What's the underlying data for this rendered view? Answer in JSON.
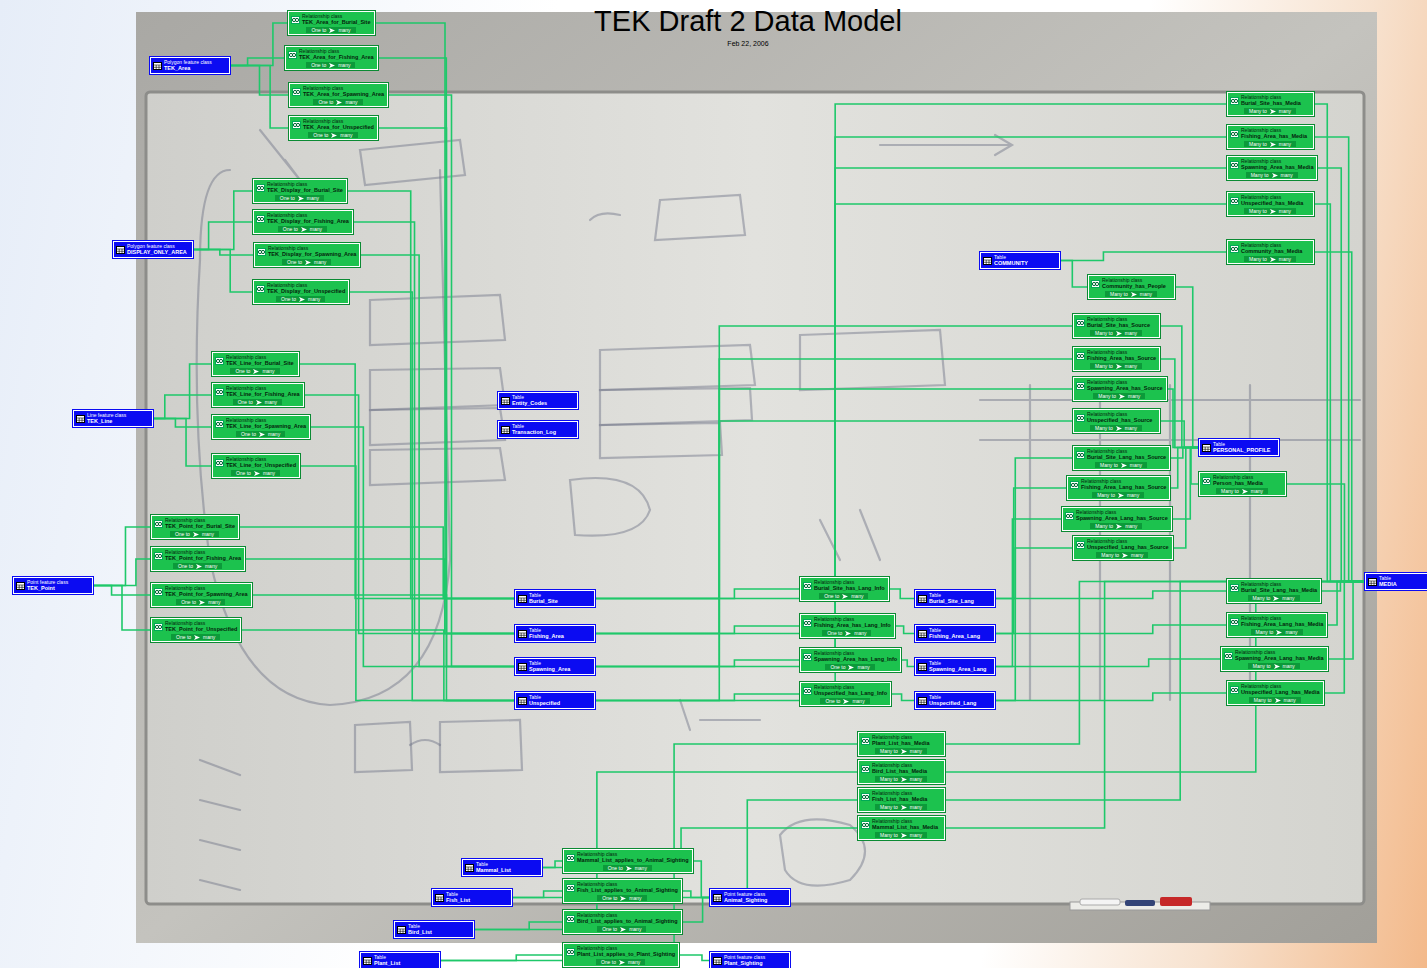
{
  "diagram": {
    "title": "TEK Draft 2 Data Model",
    "caption": "Feb 22, 2006",
    "nodes": [
      {
        "text": [
          "Polygon feature class",
          "TEK_Area"
        ]
      },
      {
        "text": [
          "Polygon feature class",
          "DISPLAY_ONLY_AREA"
        ]
      },
      {
        "text": [
          "Line feature class",
          "TEK_Line"
        ]
      },
      {
        "text": [
          "Point feature class",
          "TEK_Point"
        ]
      },
      {
        "text": [
          "Table",
          "Entity_Codes"
        ]
      },
      {
        "text": [
          "Table",
          "Transaction_Log"
        ]
      },
      {
        "text": [
          "Table",
          "COMMUNITY"
        ]
      },
      {
        "text": [
          "Table",
          "PERSONAL_PROFILE"
        ]
      },
      {
        "text": [
          "Table",
          "Burial_Site"
        ]
      },
      {
        "text": [
          "Table",
          "Fishing_Area"
        ]
      },
      {
        "text": [
          "Table",
          "Spawning_Area"
        ]
      },
      {
        "text": [
          "Table",
          "Unspecified"
        ]
      },
      {
        "text": [
          "Table",
          "Burial_Site_Lang"
        ]
      },
      {
        "text": [
          "Table",
          "Fishing_Area_Lang"
        ]
      },
      {
        "text": [
          "Table",
          "Spawning_Area_Lang"
        ]
      },
      {
        "text": [
          "Table",
          "Unspecified_Lang"
        ]
      },
      {
        "text": [
          "Table",
          "MEDIA"
        ]
      },
      {
        "text": [
          "Table",
          "Mammal_List"
        ]
      },
      {
        "text": [
          "Table",
          "Fish_List"
        ]
      },
      {
        "text": [
          "Table",
          "Bird_List"
        ]
      },
      {
        "text": [
          "Table",
          "Plant_List"
        ]
      },
      {
        "text": [
          "Point feature class",
          "Animal_Sighting"
        ]
      },
      {
        "text": [
          "Point feature class",
          "Plant_Sighting"
        ]
      },
      {
        "text": [
          "Relationship class",
          "TEK_Area_for_Burial_Site",
          "One to",
          "many"
        ]
      },
      {
        "text": [
          "Relationship class",
          "TEK_Area_for_Fishing_Area",
          "One to",
          "many"
        ]
      },
      {
        "text": [
          "Relationship class",
          "TEK_Area_for_Spawning_Area",
          "One to",
          "many"
        ]
      },
      {
        "text": [
          "Relationship class",
          "TEK_Area_for_Unspecified",
          "One to",
          "many"
        ]
      },
      {
        "text": [
          "Relationship class",
          "TEK_Display_for_Burial_Site",
          "One to",
          "many"
        ]
      },
      {
        "text": [
          "Relationship class",
          "TEK_Display_for_Fishing_Area",
          "One to",
          "many"
        ]
      },
      {
        "text": [
          "Relationship class",
          "TEK_Display_for_Spawning_Area",
          "One to",
          "many"
        ]
      },
      {
        "text": [
          "Relationship class",
          "TEK_Display_for_Unspecified",
          "One to",
          "many"
        ]
      },
      {
        "text": [
          "Relationship class",
          "TEK_Line_for_Burial_Site",
          "One to",
          "many"
        ]
      },
      {
        "text": [
          "Relationship class",
          "TEK_Line_for_Fishing_Area",
          "One to",
          "many"
        ]
      },
      {
        "text": [
          "Relationship class",
          "TEK_Line_for_Spawning_Area",
          "One to",
          "many"
        ]
      },
      {
        "text": [
          "Relationship class",
          "TEK_Line_for_Unspecified",
          "One to",
          "many"
        ]
      },
      {
        "text": [
          "Relationship class",
          "TEK_Point_for_Burial_Site",
          "One to",
          "many"
        ]
      },
      {
        "text": [
          "Relationship class",
          "TEK_Point_for_Fishing_Area",
          "One to",
          "many"
        ]
      },
      {
        "text": [
          "Relationship class",
          "TEK_Point_for_Spawning_Area",
          "One to",
          "many"
        ]
      },
      {
        "text": [
          "Relationship class",
          "TEK_Point_for_Unspecified",
          "One to",
          "many"
        ]
      },
      {
        "text": [
          "Relationship class",
          "Burial_Site_has_Media",
          "Many to",
          "many"
        ]
      },
      {
        "text": [
          "Relationship class",
          "Fishing_Area_has_Media",
          "Many to",
          "many"
        ]
      },
      {
        "text": [
          "Relationship class",
          "Spawning_Area_has_Media",
          "Many to",
          "many"
        ]
      },
      {
        "text": [
          "Relationship class",
          "Unspecified_has_Media",
          "Many to",
          "many"
        ]
      },
      {
        "text": [
          "Relationship class",
          "Community_has_Media",
          "Many to",
          "many"
        ]
      },
      {
        "text": [
          "Relationship class",
          "Community_has_People",
          "Many to",
          "many"
        ]
      },
      {
        "text": [
          "Relationship class",
          "Burial_Site_has_Source",
          "Many to",
          "many"
        ]
      },
      {
        "text": [
          "Relationship class",
          "Fishing_Area_has_Source",
          "Many to",
          "many"
        ]
      },
      {
        "text": [
          "Relationship class",
          "Spawning_Area_has_Source",
          "Many to",
          "many"
        ]
      },
      {
        "text": [
          "Relationship class",
          "Unspecified_has_Source",
          "Many to",
          "many"
        ]
      },
      {
        "text": [
          "Relationship class",
          "Burial_Site_Lang_has_Source",
          "Many to",
          "many"
        ]
      },
      {
        "text": [
          "Relationship class",
          "Fishing_Area_Lang_has_Source",
          "Many to",
          "many"
        ]
      },
      {
        "text": [
          "Relationship class",
          "Spawning_Area_Lang_has_Source",
          "Many to",
          "many"
        ]
      },
      {
        "text": [
          "Relationship class",
          "Unspecified_Lang_has_Source",
          "Many to",
          "many"
        ]
      },
      {
        "text": [
          "Relationship class",
          "Person_has_Media",
          "Many to",
          "many"
        ]
      },
      {
        "text": [
          "Relationship class",
          "Burial_Site_has_Lang_Info",
          "One to",
          "many"
        ]
      },
      {
        "text": [
          "Relationship class",
          "Fishing_Area_has_Lang_Info",
          "One to",
          "many"
        ]
      },
      {
        "text": [
          "Relationship class",
          "Spawning_Area_has_Lang_Info",
          "One to",
          "many"
        ]
      },
      {
        "text": [
          "Relationship class",
          "Unspecified_has_Lang_Info",
          "One to",
          "many"
        ]
      },
      {
        "text": [
          "Relationship class",
          "Burial_Site_Lang_has_Media",
          "Many to",
          "many"
        ]
      },
      {
        "text": [
          "Relationship class",
          "Fishing_Area_Lang_has_Media",
          "Many to",
          "many"
        ]
      },
      {
        "text": [
          "Relationship class",
          "Spawning_Area_Lang_has_Media",
          "Many to",
          "many"
        ]
      },
      {
        "text": [
          "Relationship class",
          "Unspecified_Lang_has_Media",
          "Many to",
          "many"
        ]
      },
      {
        "text": [
          "Relationship class",
          "Plant_List_has_Media",
          "Many to",
          "many"
        ]
      },
      {
        "text": [
          "Relationship class",
          "Bird_List_has_Media",
          "Many to",
          "many"
        ]
      },
      {
        "text": [
          "Relationship class",
          "Fish_List_has_Media",
          "Many to",
          "many"
        ]
      },
      {
        "text": [
          "Relationship class",
          "Mammal_List_has_Media",
          "Many to",
          "many"
        ]
      },
      {
        "text": [
          "Relationship class",
          "Mammal_List_applies_to_Animal_Sighting",
          "One to",
          "many"
        ]
      },
      {
        "text": [
          "Relationship class",
          "Fish_List_applies_to_Animal_Sighting",
          "One to",
          "many"
        ]
      },
      {
        "text": [
          "Relationship class",
          "Bird_List_applies_to_Animal_Sighting",
          "One to",
          "many"
        ]
      },
      {
        "text": [
          "Relationship class",
          "Plant_List_applies_to_Plant_Sighting",
          "One to",
          "many"
        ]
      }
    ],
    "edges": [
      {
        "from": 0,
        "to": 23,
        "arrow": "none"
      },
      {
        "from": 23,
        "to": 8,
        "arrow": "none"
      },
      {
        "from": 0,
        "to": 24,
        "arrow": "none"
      },
      {
        "from": 24,
        "to": 9,
        "arrow": "none"
      },
      {
        "from": 0,
        "to": 25,
        "arrow": "none"
      },
      {
        "from": 25,
        "to": 10,
        "arrow": "none"
      },
      {
        "from": 0,
        "to": 26,
        "arrow": "none"
      },
      {
        "from": 26,
        "to": 11,
        "arrow": "none"
      },
      {
        "from": 1,
        "to": 27,
        "arrow": "none"
      },
      {
        "from": 27,
        "to": 8,
        "arrow": "none"
      },
      {
        "from": 1,
        "to": 28,
        "arrow": "none"
      },
      {
        "from": 28,
        "to": 9,
        "arrow": "none"
      },
      {
        "from": 1,
        "to": 29,
        "arrow": "none"
      },
      {
        "from": 29,
        "to": 10,
        "arrow": "none"
      },
      {
        "from": 1,
        "to": 30,
        "arrow": "none"
      },
      {
        "from": 30,
        "to": 11,
        "arrow": "none"
      },
      {
        "from": 2,
        "to": 31,
        "arrow": "none"
      },
      {
        "from": 31,
        "to": 8,
        "arrow": "none"
      },
      {
        "from": 2,
        "to": 32,
        "arrow": "none"
      },
      {
        "from": 32,
        "to": 9,
        "arrow": "none"
      },
      {
        "from": 2,
        "to": 33,
        "arrow": "none"
      },
      {
        "from": 33,
        "to": 10,
        "arrow": "none"
      },
      {
        "from": 2,
        "to": 34,
        "arrow": "none"
      },
      {
        "from": 34,
        "to": 11,
        "arrow": "none"
      },
      {
        "from": 3,
        "to": 35,
        "arrow": "none"
      },
      {
        "from": 35,
        "to": 8,
        "arrow": "none"
      },
      {
        "from": 3,
        "to": 36,
        "arrow": "none"
      },
      {
        "from": 36,
        "to": 9,
        "arrow": "none"
      },
      {
        "from": 3,
        "to": 37,
        "arrow": "none"
      },
      {
        "from": 37,
        "to": 10,
        "arrow": "none"
      },
      {
        "from": 3,
        "to": 38,
        "arrow": "none"
      },
      {
        "from": 38,
        "to": 11,
        "arrow": "none"
      },
      {
        "from": 8,
        "to": 39,
        "arrow": "none"
      },
      {
        "from": 39,
        "to": 16,
        "arrow": "none"
      },
      {
        "from": 9,
        "to": 40,
        "arrow": "none"
      },
      {
        "from": 40,
        "to": 16,
        "arrow": "none"
      },
      {
        "from": 10,
        "to": 41,
        "arrow": "none"
      },
      {
        "from": 41,
        "to": 16,
        "arrow": "none"
      },
      {
        "from": 11,
        "to": 42,
        "arrow": "none"
      },
      {
        "from": 42,
        "to": 16,
        "arrow": "none"
      },
      {
        "from": 6,
        "to": 43,
        "arrow": "none"
      },
      {
        "from": 43,
        "to": 16,
        "arrow": "none"
      },
      {
        "from": 6,
        "to": 44,
        "arrow": "none"
      },
      {
        "from": 44,
        "to": 7,
        "arrow": "none"
      },
      {
        "from": 8,
        "to": 45,
        "arrow": "none"
      },
      {
        "from": 45,
        "to": 7,
        "arrow": "none"
      },
      {
        "from": 9,
        "to": 46,
        "arrow": "none"
      },
      {
        "from": 46,
        "to": 7,
        "arrow": "none"
      },
      {
        "from": 10,
        "to": 47,
        "arrow": "none"
      },
      {
        "from": 47,
        "to": 7,
        "arrow": "none"
      },
      {
        "from": 11,
        "to": 48,
        "arrow": "none"
      },
      {
        "from": 48,
        "to": 7,
        "arrow": "none"
      },
      {
        "from": 12,
        "to": 49,
        "arrow": "none"
      },
      {
        "from": 49,
        "to": 7,
        "arrow": "none"
      },
      {
        "from": 13,
        "to": 50,
        "arrow": "none"
      },
      {
        "from": 50,
        "to": 7,
        "arrow": "none"
      },
      {
        "from": 14,
        "to": 51,
        "arrow": "none"
      },
      {
        "from": 51,
        "to": 7,
        "arrow": "none"
      },
      {
        "from": 15,
        "to": 52,
        "arrow": "none"
      },
      {
        "from": 52,
        "to": 7,
        "arrow": "none"
      },
      {
        "from": 7,
        "to": 53,
        "arrow": "none"
      },
      {
        "from": 53,
        "to": 16,
        "arrow": "none"
      },
      {
        "from": 8,
        "to": 54,
        "arrow": "none"
      },
      {
        "from": 54,
        "to": 12,
        "arrow": "none"
      },
      {
        "from": 9,
        "to": 55,
        "arrow": "none"
      },
      {
        "from": 55,
        "to": 13,
        "arrow": "none"
      },
      {
        "from": 10,
        "to": 56,
        "arrow": "none"
      },
      {
        "from": 56,
        "to": 14,
        "arrow": "none"
      },
      {
        "from": 11,
        "to": 57,
        "arrow": "none"
      },
      {
        "from": 57,
        "to": 15,
        "arrow": "none"
      },
      {
        "from": 12,
        "to": 58,
        "arrow": "none"
      },
      {
        "from": 58,
        "to": 16,
        "arrow": "none"
      },
      {
        "from": 13,
        "to": 59,
        "arrow": "none"
      },
      {
        "from": 59,
        "to": 16,
        "arrow": "none"
      },
      {
        "from": 14,
        "to": 60,
        "arrow": "none"
      },
      {
        "from": 60,
        "to": 16,
        "arrow": "none"
      },
      {
        "from": 15,
        "to": 61,
        "arrow": "none"
      },
      {
        "from": 61,
        "to": 16,
        "arrow": "none"
      },
      {
        "from": 20,
        "to": 62,
        "arrow": "none"
      },
      {
        "from": 62,
        "to": 16,
        "arrow": "none"
      },
      {
        "from": 19,
        "to": 63,
        "arrow": "none"
      },
      {
        "from": 63,
        "to": 16,
        "arrow": "none"
      },
      {
        "from": 18,
        "to": 64,
        "arrow": "none"
      },
      {
        "from": 64,
        "to": 16,
        "arrow": "none"
      },
      {
        "from": 17,
        "to": 65,
        "arrow": "none"
      },
      {
        "from": 65,
        "to": 16,
        "arrow": "none"
      },
      {
        "from": 17,
        "to": 66,
        "arrow": "none"
      },
      {
        "from": 66,
        "to": 21,
        "arrow": "none"
      },
      {
        "from": 18,
        "to": 67,
        "arrow": "none"
      },
      {
        "from": 67,
        "to": 21,
        "arrow": "none"
      },
      {
        "from": 19,
        "to": 68,
        "arrow": "none"
      },
      {
        "from": 68,
        "to": 21,
        "arrow": "none"
      },
      {
        "from": 20,
        "to": 69,
        "arrow": "none"
      },
      {
        "from": 69,
        "to": 22,
        "arrow": "none"
      }
    ]
  }
}
